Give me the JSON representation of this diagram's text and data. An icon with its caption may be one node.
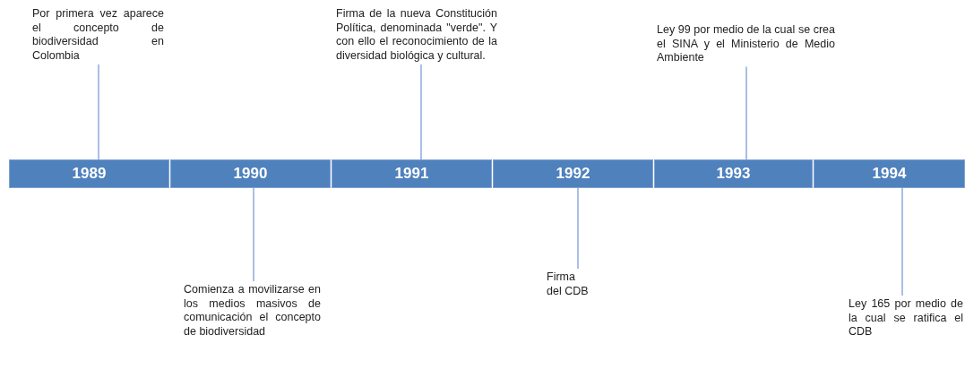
{
  "diagram": {
    "nodes": [
      {
        "text": [
          "1989"
        ]
      },
      {
        "text": [
          "1990"
        ]
      },
      {
        "text": [
          "1991"
        ]
      },
      {
        "text": [
          "1992"
        ]
      },
      {
        "text": [
          "1993"
        ]
      },
      {
        "text": [
          "1994"
        ]
      },
      {
        "text": [
          "Por primera vez aparece el concepto de biodiversidad en Colombia"
        ]
      },
      {
        "text": [
          "Comienza a movilizarse en los medios masivos de comunicación el concepto de biodiversidad"
        ]
      },
      {
        "text": [
          "Firma de la nueva Constitución Política, denominada \"verde\". Y con ello el reconocimiento de la diversidad biológica y cultural."
        ]
      },
      {
        "text": [
          "Firma del CDB"
        ]
      },
      {
        "text": [
          "Ley 99 por medio de la cual se crea el SINA y el Ministerio de Medio Ambiente"
        ]
      },
      {
        "text": [
          "Ley 165 por medio de la cual se ratifica el CDB"
        ]
      }
    ],
    "edges": [
      {
        "from": 6,
        "to": 0,
        "arrow": "none"
      },
      {
        "from": 7,
        "to": 1,
        "arrow": "none"
      },
      {
        "from": 8,
        "to": 2,
        "arrow": "none"
      },
      {
        "from": 9,
        "to": 3,
        "arrow": "none"
      },
      {
        "from": 10,
        "to": 4,
        "arrow": "none"
      },
      {
        "from": 11,
        "to": 5,
        "arrow": "none"
      }
    ]
  }
}
